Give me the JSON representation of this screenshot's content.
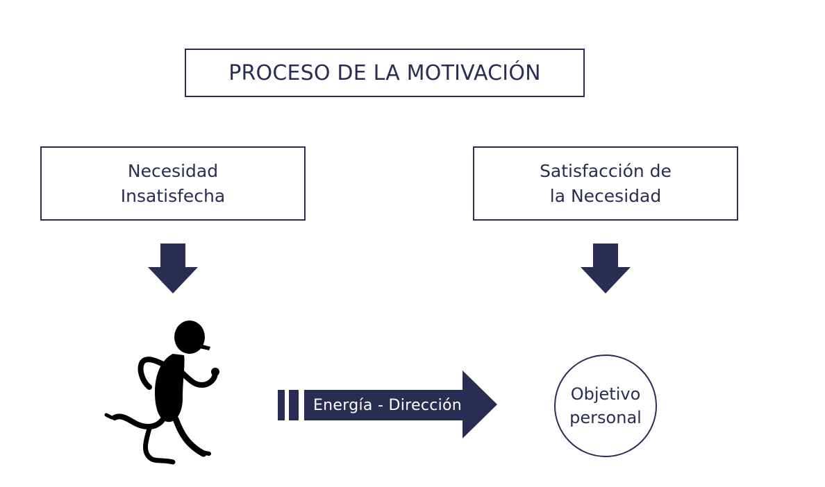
{
  "title": "PROCESO DE LA MOTIVACIÓN",
  "need_box": {
    "line1": "Necesidad",
    "line2": "Insatisfecha"
  },
  "satisfaction_box": {
    "line1": "Satisfacción de",
    "line2": "la Necesidad"
  },
  "energy_arrow": {
    "label": "Energía - Dirección"
  },
  "goal": {
    "line1": "Objetivo",
    "line2": "personal"
  },
  "colors": {
    "primary": "#2a2d52",
    "figure": "#000000",
    "background": "#ffffff"
  },
  "icons": {
    "runner": "running-person-icon",
    "down_arrow": "down-arrow-icon",
    "right_arrow": "right-arrow-icon"
  }
}
